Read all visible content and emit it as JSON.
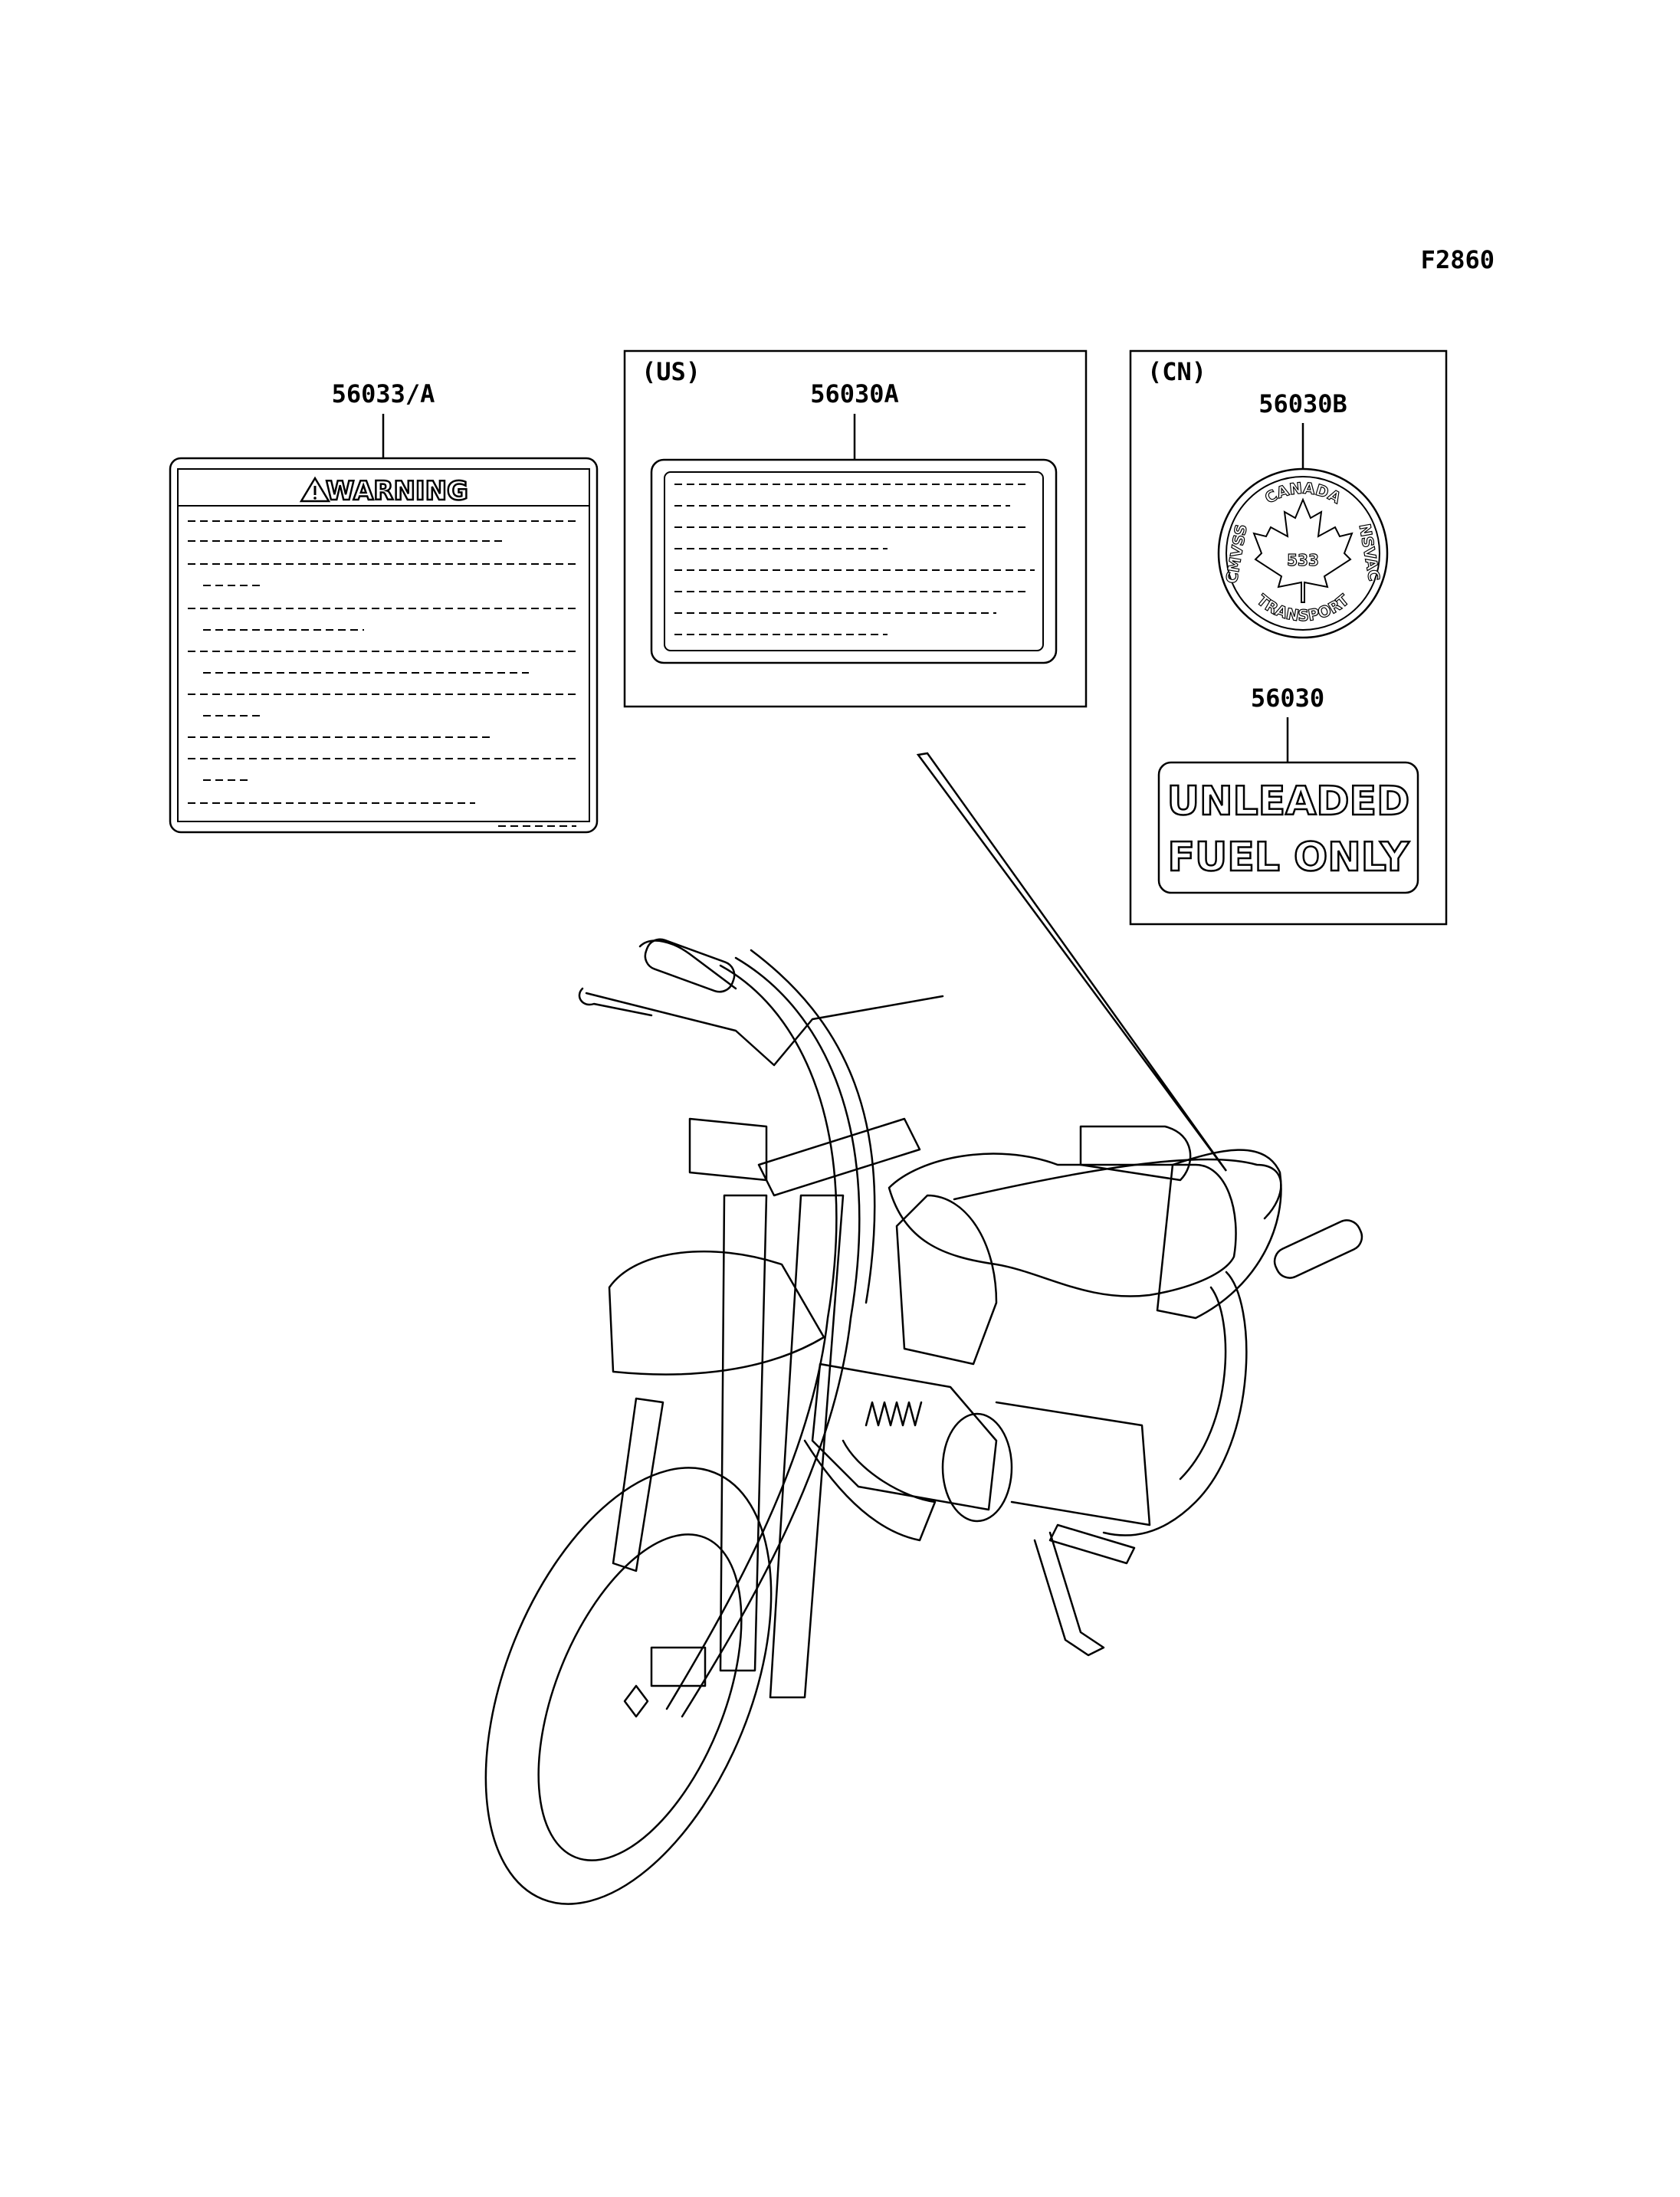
{
  "figure_code": "F2860",
  "parts": {
    "warning_label": {
      "part_number": "56033/A",
      "heading": "WARNING",
      "icon": "warning-triangle-icon"
    },
    "us_label": {
      "region": "(US)",
      "part_number": "56030A"
    },
    "cn_group": {
      "region": "(CN)",
      "seal": {
        "part_number": "56030B",
        "top_text": "CANADA",
        "bottom_text": "TRANSPORT",
        "left_text": "CMVSS",
        "right_text": "NSVAC",
        "center_number": "533",
        "icon": "maple-leaf-icon"
      },
      "fuel_label": {
        "part_number": "56030",
        "line1": "UNLEADED",
        "line2": "FUEL ONLY"
      }
    }
  },
  "illustration": {
    "subject": "motorcycle-icon"
  }
}
